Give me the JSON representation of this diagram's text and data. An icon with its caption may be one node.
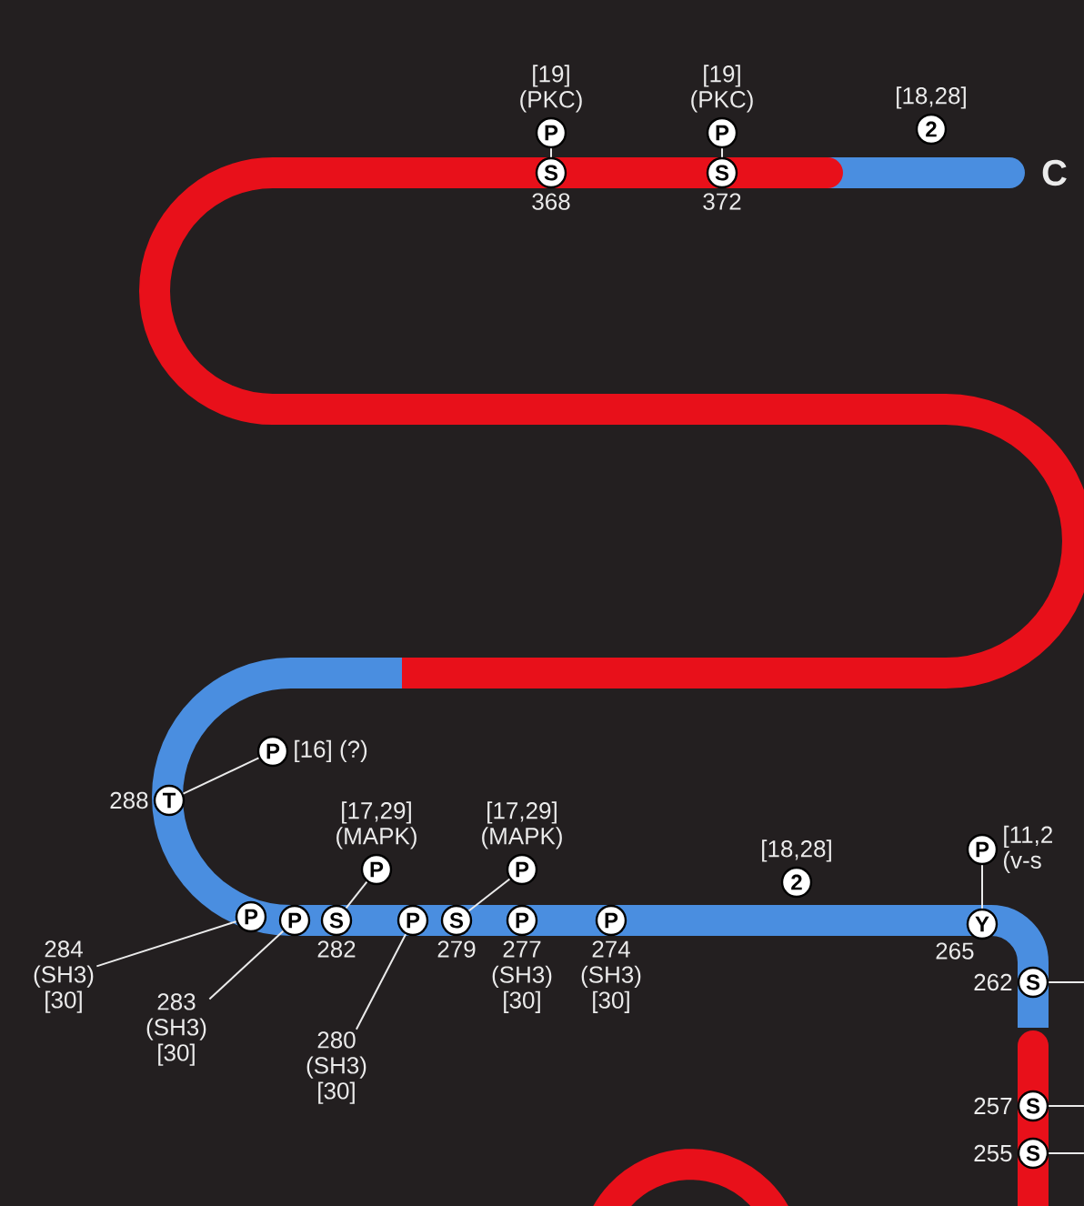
{
  "diagram": {
    "nodes": [
      {
        "text": [
          "P"
        ],
        "beside": [
          "[19]",
          "(PKC)"
        ]
      },
      {
        "text": [
          "S"
        ],
        "beside": [
          "368"
        ]
      },
      {
        "text": [
          "P"
        ],
        "beside": [
          "[19]",
          "(PKC)"
        ]
      },
      {
        "text": [
          "S"
        ],
        "beside": [
          "372"
        ]
      },
      {
        "text": [
          "2"
        ],
        "beside": [
          "[18,28]"
        ]
      },
      {
        "text": [
          "T"
        ],
        "beside": [
          "288"
        ]
      },
      {
        "text": [
          "P"
        ],
        "beside": [
          "[16] (?)"
        ]
      },
      {
        "text": [
          "P"
        ],
        "beside": [
          "[17,29]",
          "(MAPK)"
        ]
      },
      {
        "text": [
          "P"
        ],
        "beside": [
          "[17,29]",
          "(MAPK)"
        ]
      },
      {
        "text": [
          "2"
        ],
        "beside": [
          "[18,28]"
        ]
      },
      {
        "text": [
          "P"
        ],
        "beside": [
          "[11,2",
          "(v-s"
        ]
      },
      {
        "text": [
          "P"
        ]
      },
      {
        "text": [
          "P"
        ]
      },
      {
        "text": [
          "S"
        ],
        "beside": [
          "282"
        ]
      },
      {
        "text": [
          "P"
        ]
      },
      {
        "text": [
          "S"
        ],
        "beside": [
          "279"
        ]
      },
      {
        "text": [
          "P"
        ],
        "beside": [
          "277",
          "(SH3)",
          "[30]"
        ]
      },
      {
        "text": [
          "P"
        ],
        "beside": [
          "274",
          "(SH3)",
          "[30]"
        ]
      },
      {
        "text": [
          "Y"
        ],
        "beside": [
          "265"
        ]
      },
      {
        "text": [
          "S"
        ],
        "beside": [
          "262"
        ]
      },
      {
        "text": [
          "S"
        ],
        "beside": [
          "257"
        ]
      },
      {
        "text": [
          "S"
        ],
        "beside": [
          "255"
        ]
      },
      {
        "text": [
          "284",
          "(SH3)",
          "[30]"
        ]
      },
      {
        "text": [
          "283",
          "(SH3)",
          "[30]"
        ]
      },
      {
        "text": [
          "280",
          "(SH3)",
          "[30]"
        ]
      }
    ],
    "edges": [
      {
        "from": 0,
        "to": 1,
        "arrow": "none"
      },
      {
        "from": 2,
        "to": 3,
        "arrow": "none"
      },
      {
        "from": 6,
        "to": 5,
        "arrow": "none"
      },
      {
        "from": 7,
        "to": 13,
        "arrow": "none"
      },
      {
        "from": 8,
        "to": 15,
        "arrow": "none"
      },
      {
        "from": 10,
        "to": 18,
        "arrow": "none"
      },
      {
        "from": 22,
        "to": 11,
        "arrow": "none"
      },
      {
        "from": 23,
        "to": 12,
        "arrow": "none"
      },
      {
        "from": 24,
        "to": 14,
        "arrow": "none"
      },
      {
        "from": 19,
        "to": null,
        "arrow": "none"
      },
      {
        "from": 20,
        "to": null,
        "arrow": "none"
      },
      {
        "from": 21,
        "to": null,
        "arrow": "none"
      }
    ],
    "labels": [
      "C"
    ]
  }
}
